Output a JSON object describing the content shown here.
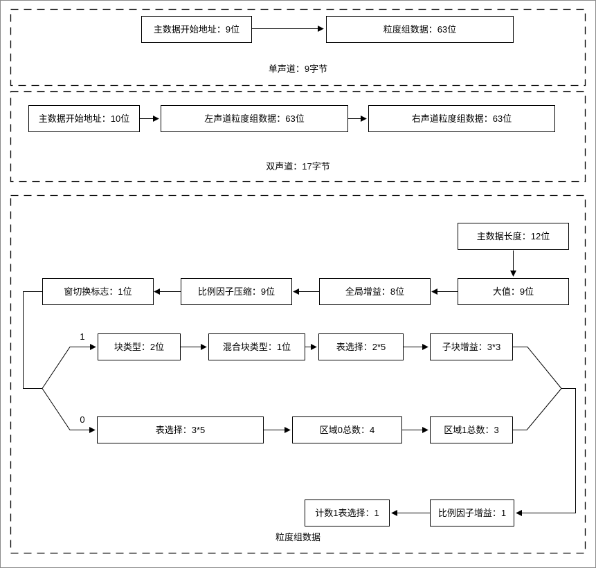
{
  "sections": {
    "mono": {
      "caption": "单声道：9字节",
      "nodes": {
        "main_data_begin": "主数据开始地址：9位",
        "granule_data": "粒度组数据：63位"
      }
    },
    "stereo": {
      "caption": "双声道：17字节",
      "nodes": {
        "main_data_begin": "主数据开始地址：10位",
        "left_granule_data": "左声道粒度组数据：63位",
        "right_granule_data": "右声道粒度组数据：63位"
      }
    },
    "granule": {
      "caption": "粒度组数据",
      "branch_labels": {
        "one": "1",
        "zero": "0"
      },
      "nodes": {
        "main_data_length": "主数据长度：12位",
        "big_values": "大值：9位",
        "global_gain": "全局增益：8位",
        "scalefac_compress": "比例因子压缩：9位",
        "window_switch_flag": "窗切换标志：1位",
        "block_type": "块类型：2位",
        "mixed_block_type": "混合块类型：1位",
        "table_select_2x5": "表选择：2*5",
        "subblock_gain": "子块增益：3*3",
        "table_select_3x5": "表选择：3*5",
        "region0_count": "区域0总数：4",
        "region1_count": "区域1总数：3",
        "count1_table_select": "计数1表选择：1",
        "scalefac_gain": "比例因子增益：1"
      }
    }
  },
  "colors": {
    "line": "#000000",
    "box_border": "#000000",
    "background": "#ffffff",
    "frame": "#8a8a8a"
  }
}
